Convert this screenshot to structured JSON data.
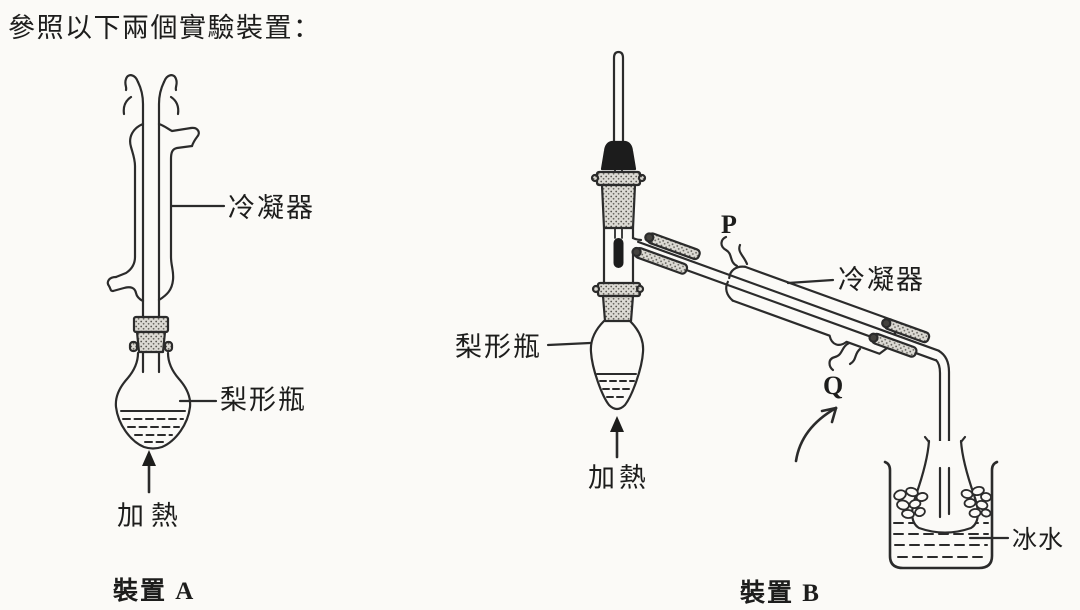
{
  "colors": {
    "ink": "#1d1d1c",
    "line": "#2b2b2b",
    "paper": "#fbfaf7"
  },
  "intro": {
    "text": "參照以下兩個實驗裝置："
  },
  "apparatus_a": {
    "caption": "裝置 A",
    "labels": {
      "condenser": "冷凝器",
      "flask": "梨形瓶",
      "heat": "加熱"
    }
  },
  "apparatus_b": {
    "caption": "裝置 B",
    "labels": {
      "condenser": "冷凝器",
      "flask": "梨形瓶",
      "heat": "加熱",
      "ice_water": "冰水",
      "port_p": "P",
      "port_q": "Q"
    }
  }
}
